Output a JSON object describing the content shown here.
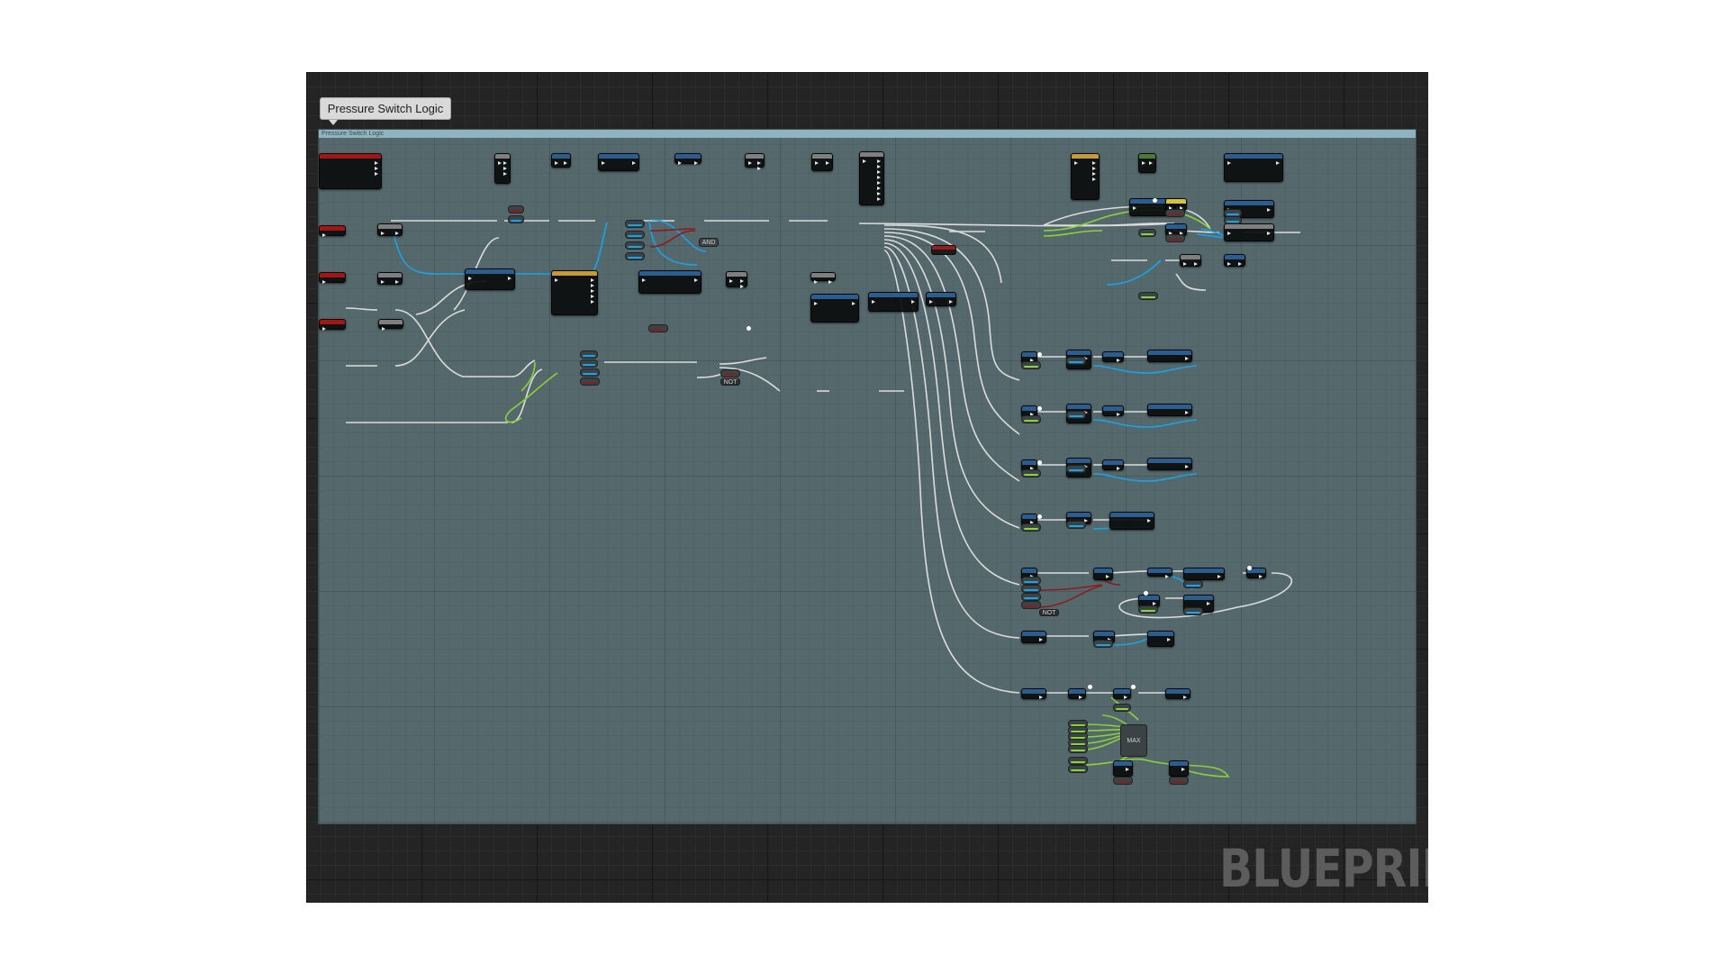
{
  "editor": {
    "comment_title": "Pressure Switch Logic",
    "comment_header": "Pressure Switch Logic",
    "watermark": "BLUEPRINT",
    "operators": {
      "and": "AND",
      "not": "NOT",
      "max": "MAX"
    }
  },
  "colors": {
    "canvas": "#242424",
    "comment": "#55696d",
    "comment_header": "#8fb4bf",
    "exec_wire": "#e0e0e0",
    "object_wire": "#1aa3e8",
    "bool_wire": "#8b1c1c",
    "float_wire": "#8bd33b",
    "event_header": "#a31616",
    "function_header": "#2b5d8f",
    "pure_header": "#4a7c36",
    "macro_header": "#7f7f7f"
  },
  "nodes": [
    {
      "id": "ev-main",
      "name": "event-node",
      "hdr": "#a31616"
    },
    {
      "id": "ev-1",
      "name": "event-node",
      "hdr": "#a31616"
    },
    {
      "id": "ev-2",
      "name": "event-node",
      "hdr": "#a31616"
    },
    {
      "id": "ev-3",
      "name": "event-node",
      "hdr": "#a31616"
    },
    {
      "id": "ev-4",
      "name": "event-node",
      "hdr": "#a31616"
    },
    {
      "id": "seq-1",
      "name": "sequence-node",
      "hdr": "#7f7f7f"
    },
    {
      "id": "fn-1",
      "name": "function-node",
      "hdr": "#2b5d8f"
    },
    {
      "id": "fn-2",
      "name": "function-node",
      "hdr": "#2b5d8f"
    },
    {
      "id": "fn-3",
      "name": "function-node",
      "hdr": "#2b5d8f"
    },
    {
      "id": "br-1",
      "name": "branch-node",
      "hdr": "#7f7f7f"
    },
    {
      "id": "fn-4",
      "name": "function-node",
      "hdr": "#7f7f7f"
    },
    {
      "id": "seq-main",
      "name": "sequence-node",
      "hdr": "#7f7f7f"
    },
    {
      "id": "fn-5",
      "name": "function-node",
      "hdr": "#7f7f7f"
    },
    {
      "id": "fn-6",
      "name": "function-node",
      "hdr": "#7f7f7f"
    },
    {
      "id": "fn-7",
      "name": "function-node",
      "hdr": "#2b5d8f"
    },
    {
      "id": "macro-1",
      "name": "macro-node",
      "hdr": "#c49a3a"
    },
    {
      "id": "fn-8",
      "name": "function-node",
      "hdr": "#2b5d8f"
    },
    {
      "id": "br-2",
      "name": "branch-node",
      "hdr": "#7f7f7f"
    },
    {
      "id": "fn-9",
      "name": "function-node",
      "hdr": "#7f7f7f"
    },
    {
      "id": "fn-10",
      "name": "function-node",
      "hdr": "#2b5d8f"
    },
    {
      "id": "fn-11",
      "name": "function-node",
      "hdr": "#2b5d8f"
    },
    {
      "id": "fn-12",
      "name": "function-node",
      "hdr": "#2b5d8f"
    },
    {
      "id": "fn-13",
      "name": "function-node",
      "hdr": "#7f7f7f"
    },
    {
      "id": "macro-2",
      "name": "macro-node",
      "hdr": "#c49a3a"
    },
    {
      "id": "fn-14",
      "name": "function-node",
      "hdr": "#4a7c36"
    },
    {
      "id": "fn-15",
      "name": "function-node",
      "hdr": "#2b5d8f"
    },
    {
      "id": "fn-16",
      "name": "function-node",
      "hdr": "#2b5d8f"
    },
    {
      "id": "fn-17",
      "name": "function-node",
      "hdr": "#d4c23a"
    },
    {
      "id": "fn-18",
      "name": "function-node",
      "hdr": "#2b5d8f"
    },
    {
      "id": "fn-19",
      "name": "function-node",
      "hdr": "#7f7f7f"
    },
    {
      "id": "fn-20",
      "name": "function-node",
      "hdr": "#2b5d8f"
    },
    {
      "id": "fn-21",
      "name": "function-node",
      "hdr": "#7f7f7f"
    },
    {
      "id": "fn-22",
      "name": "function-node",
      "hdr": "#2b5d8f"
    }
  ]
}
